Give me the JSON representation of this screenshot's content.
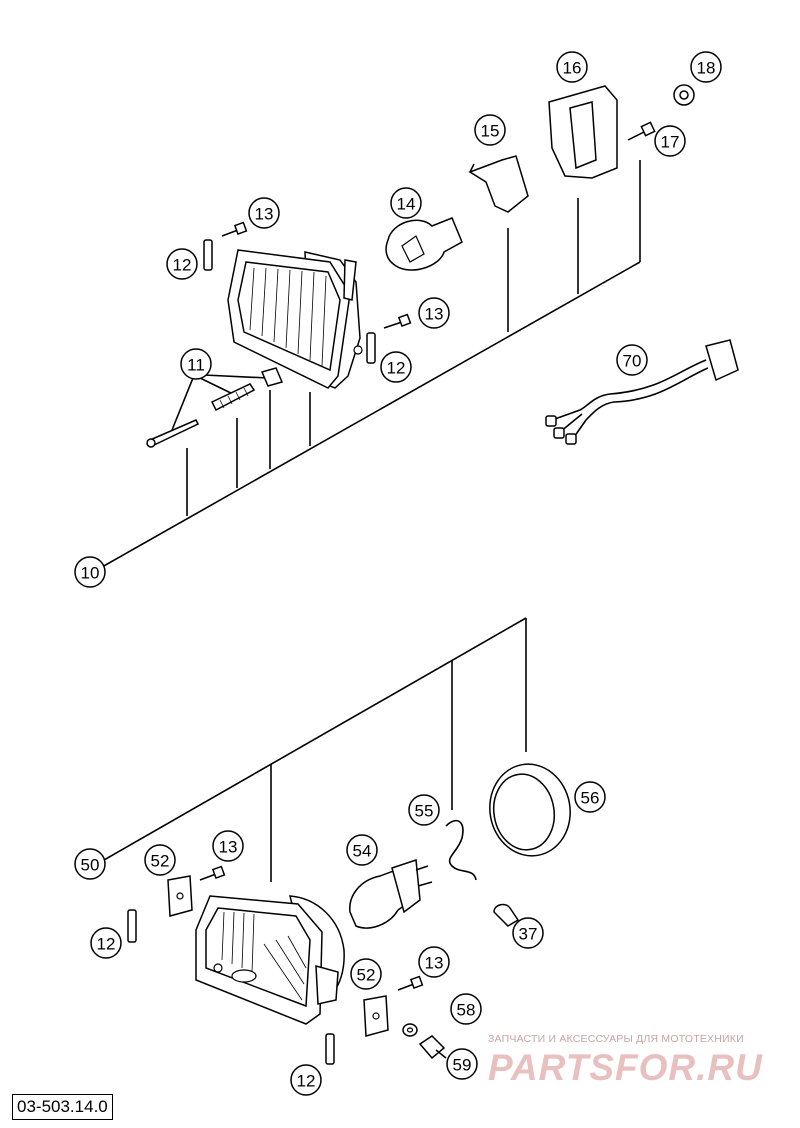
{
  "diagram_code": "03-503.14.0",
  "watermark": {
    "tagline": "ЗАПЧАСТИ И АКСЕССУАРЫ ДЛЯ МОТОТЕХНИКИ",
    "brand": "PARTSFOR.RU"
  },
  "upper_assembly": {
    "callouts": [
      "10",
      "11",
      "12",
      "13",
      "13",
      "12",
      "14",
      "15",
      "16",
      "17",
      "18",
      "70"
    ]
  },
  "lower_assembly": {
    "callouts": [
      "50",
      "52",
      "13",
      "12",
      "54",
      "55",
      "56",
      "37",
      "52",
      "13",
      "58",
      "59",
      "12"
    ]
  }
}
